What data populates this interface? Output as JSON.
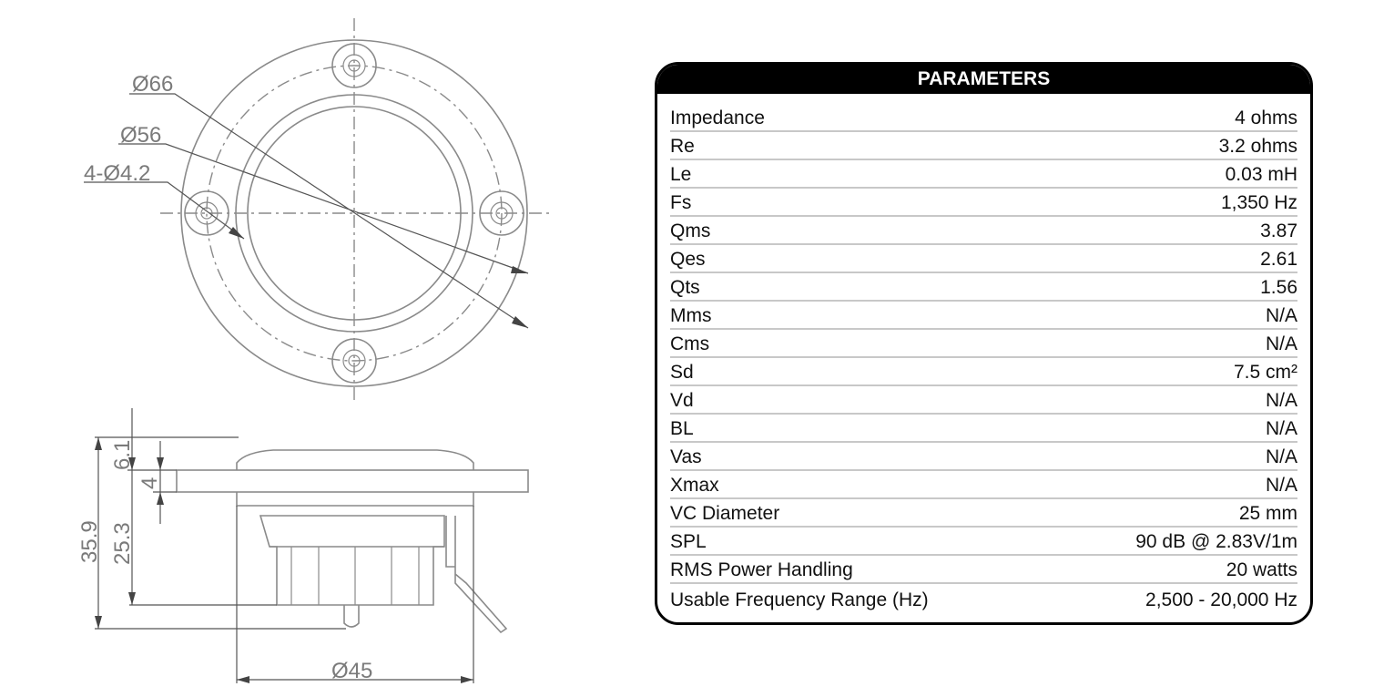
{
  "drawing": {
    "labels": {
      "d66": "Ø66",
      "d56": "Ø56",
      "holes": "4-Ø4.2",
      "d45": "Ø45",
      "h359": "35.9",
      "h253": "25.3",
      "h61": "6.1",
      "h4": "4"
    }
  },
  "params": {
    "title": "PARAMETERS",
    "rows": [
      {
        "label": "Impedance",
        "value": "4 ohms"
      },
      {
        "label": "Re",
        "value": "3.2 ohms"
      },
      {
        "label": "Le",
        "value": "0.03 mH"
      },
      {
        "label": "Fs",
        "value": "1,350 Hz"
      },
      {
        "label": "Qms",
        "value": "3.87"
      },
      {
        "label": "Qes",
        "value": "2.61"
      },
      {
        "label": "Qts",
        "value": "1.56"
      },
      {
        "label": "Mms",
        "value": "N/A"
      },
      {
        "label": "Cms",
        "value": "N/A"
      },
      {
        "label": "Sd",
        "value": "7.5 cm²"
      },
      {
        "label": "Vd",
        "value": "N/A"
      },
      {
        "label": "BL",
        "value": "N/A"
      },
      {
        "label": "Vas",
        "value": "N/A"
      },
      {
        "label": "Xmax",
        "value": "N/A"
      },
      {
        "label": "VC Diameter",
        "value": "25 mm"
      },
      {
        "label": "SPL",
        "value": "90 dB @ 2.83V/1m"
      },
      {
        "label": "RMS Power Handling",
        "value": "20 watts"
      },
      {
        "label": "Usable Frequency Range (Hz)",
        "value": "2,500 - 20,000 Hz"
      }
    ]
  }
}
